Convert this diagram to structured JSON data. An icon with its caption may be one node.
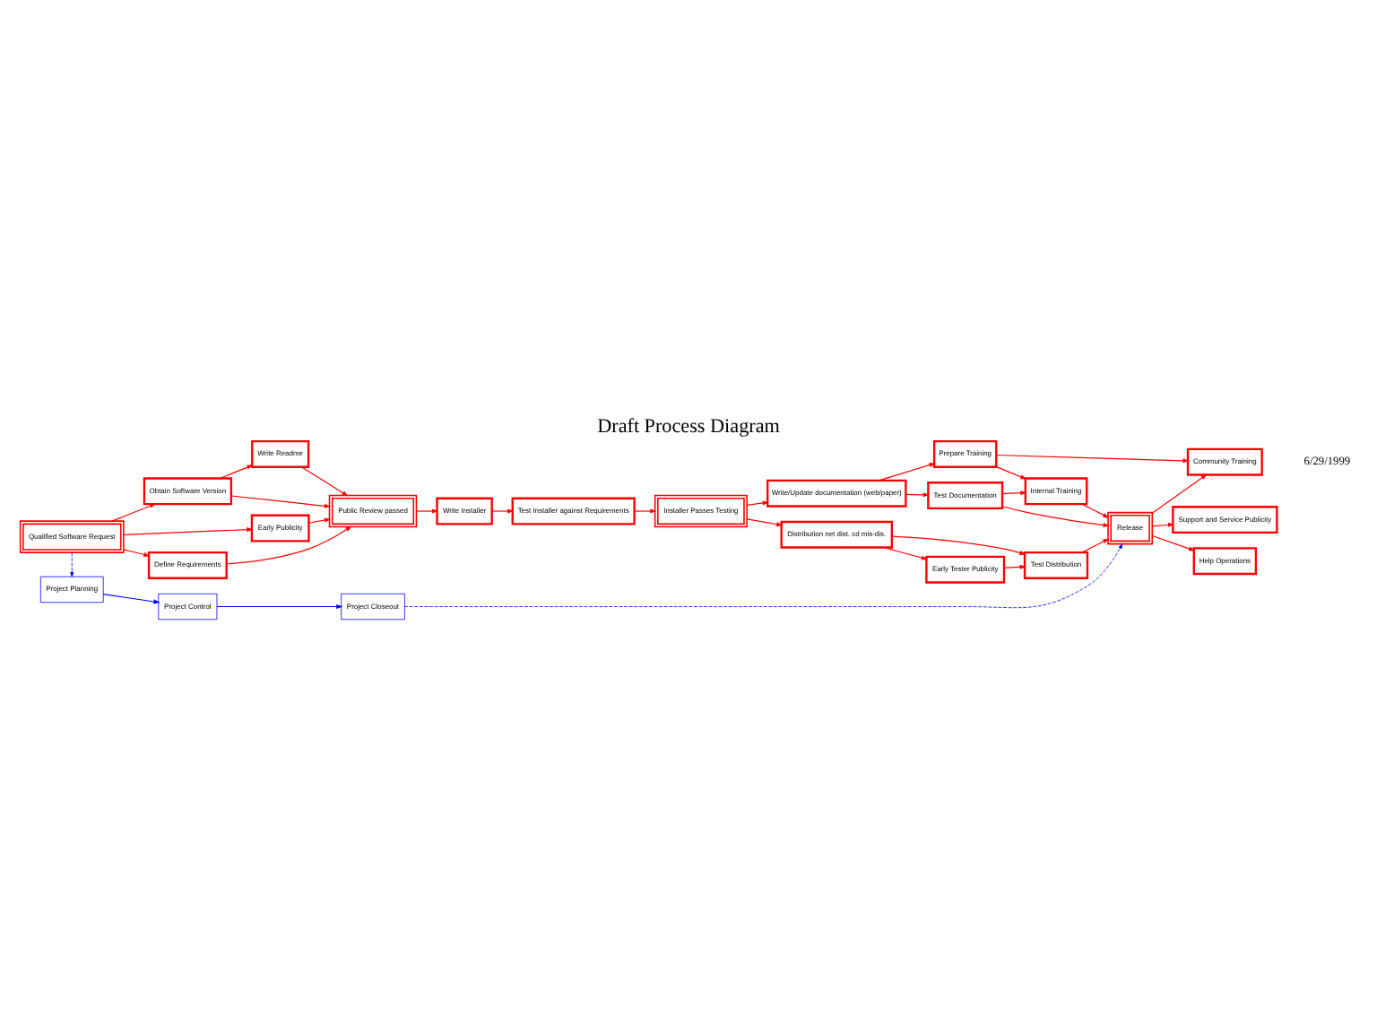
{
  "diagram": {
    "title": "Draft Process Diagram",
    "nodes": [
      {
        "text": [
          "Project Planning"
        ]
      },
      {
        "text": [
          "Project Control"
        ]
      },
      {
        "text": [
          "Project Closeout"
        ]
      },
      {
        "text": [
          "Early Tester Publicity"
        ]
      },
      {
        "text": [
          "Support and Service Publicity"
        ]
      },
      {
        "text": [
          "Early Publicity"
        ]
      },
      {
        "text": [
          "Distribution net dist. cd mis-dis."
        ]
      },
      {
        "text": [
          "Test Distribution"
        ]
      },
      {
        "text": [
          "Release"
        ]
      },
      {
        "text": [
          "Help Operations"
        ]
      },
      {
        "text": [
          "Qualified Software Request"
        ]
      },
      {
        "text": [
          "Define Requirements"
        ]
      },
      {
        "text": [
          "Public Review passed"
        ]
      },
      {
        "text": [
          "Write Installer"
        ]
      },
      {
        "text": [
          "Test Installer against Requirements"
        ]
      },
      {
        "text": [
          "Installer Passes Testing"
        ]
      },
      {
        "text": [
          "Obtain Software Version"
        ]
      },
      {
        "text": [
          "Write/Update documentation (web/paper)"
        ]
      },
      {
        "text": [
          "Test Documentation"
        ]
      },
      {
        "text": [
          "Internal Training"
        ]
      },
      {
        "text": [
          "Write Readme"
        ]
      },
      {
        "text": [
          "Prepare Training"
        ]
      },
      {
        "text": [
          "Community Training"
        ]
      }
    ],
    "edges": [
      {
        "from": 0,
        "to": 1,
        "arrow": "to",
        "color": "#0000ff"
      },
      {
        "from": 1,
        "to": 2,
        "arrow": "to",
        "color": "#0000ff"
      },
      {
        "from": 10,
        "to": 0,
        "arrow": "to",
        "style": "dashed",
        "color": "#0000ff"
      },
      {
        "from": 2,
        "to": 8,
        "arrow": "to",
        "style": "dashed",
        "color": "#0000ff"
      },
      {
        "from": 10,
        "to": 5,
        "arrow": "to"
      },
      {
        "from": 10,
        "to": 11,
        "arrow": "to"
      },
      {
        "from": 10,
        "to": 16,
        "arrow": "to"
      },
      {
        "from": 5,
        "to": 12,
        "arrow": "to"
      },
      {
        "from": 11,
        "to": 12,
        "arrow": "to"
      },
      {
        "from": 16,
        "to": 12,
        "arrow": "to"
      },
      {
        "from": 16,
        "to": 20,
        "arrow": "to"
      },
      {
        "from": 20,
        "to": 12,
        "arrow": "to"
      },
      {
        "from": 12,
        "to": 13,
        "arrow": "to"
      },
      {
        "from": 13,
        "to": 14,
        "arrow": "to"
      },
      {
        "from": 14,
        "to": 15,
        "arrow": "to"
      },
      {
        "from": 15,
        "to": 6,
        "arrow": "to"
      },
      {
        "from": 15,
        "to": 17,
        "arrow": "to"
      },
      {
        "from": 6,
        "to": 3,
        "arrow": "to"
      },
      {
        "from": 3,
        "to": 7,
        "arrow": "to"
      },
      {
        "from": 6,
        "to": 7,
        "arrow": "to"
      },
      {
        "from": 7,
        "to": 8,
        "arrow": "to"
      },
      {
        "from": 8,
        "to": 4,
        "arrow": "to"
      },
      {
        "from": 8,
        "to": 9,
        "arrow": "to"
      },
      {
        "from": 17,
        "to": 18,
        "arrow": "to"
      },
      {
        "from": 17,
        "to": 21,
        "arrow": "to"
      },
      {
        "from": 18,
        "to": 8,
        "arrow": "to"
      },
      {
        "from": 18,
        "to": 19,
        "arrow": "to"
      },
      {
        "from": 21,
        "to": 19,
        "arrow": "to"
      },
      {
        "from": 19,
        "to": 8,
        "arrow": "to"
      },
      {
        "from": 21,
        "to": 22,
        "arrow": "to"
      },
      {
        "from": 8,
        "to": 22,
        "arrow": "to"
      }
    ],
    "labels": [
      "6/29/1999"
    ]
  }
}
